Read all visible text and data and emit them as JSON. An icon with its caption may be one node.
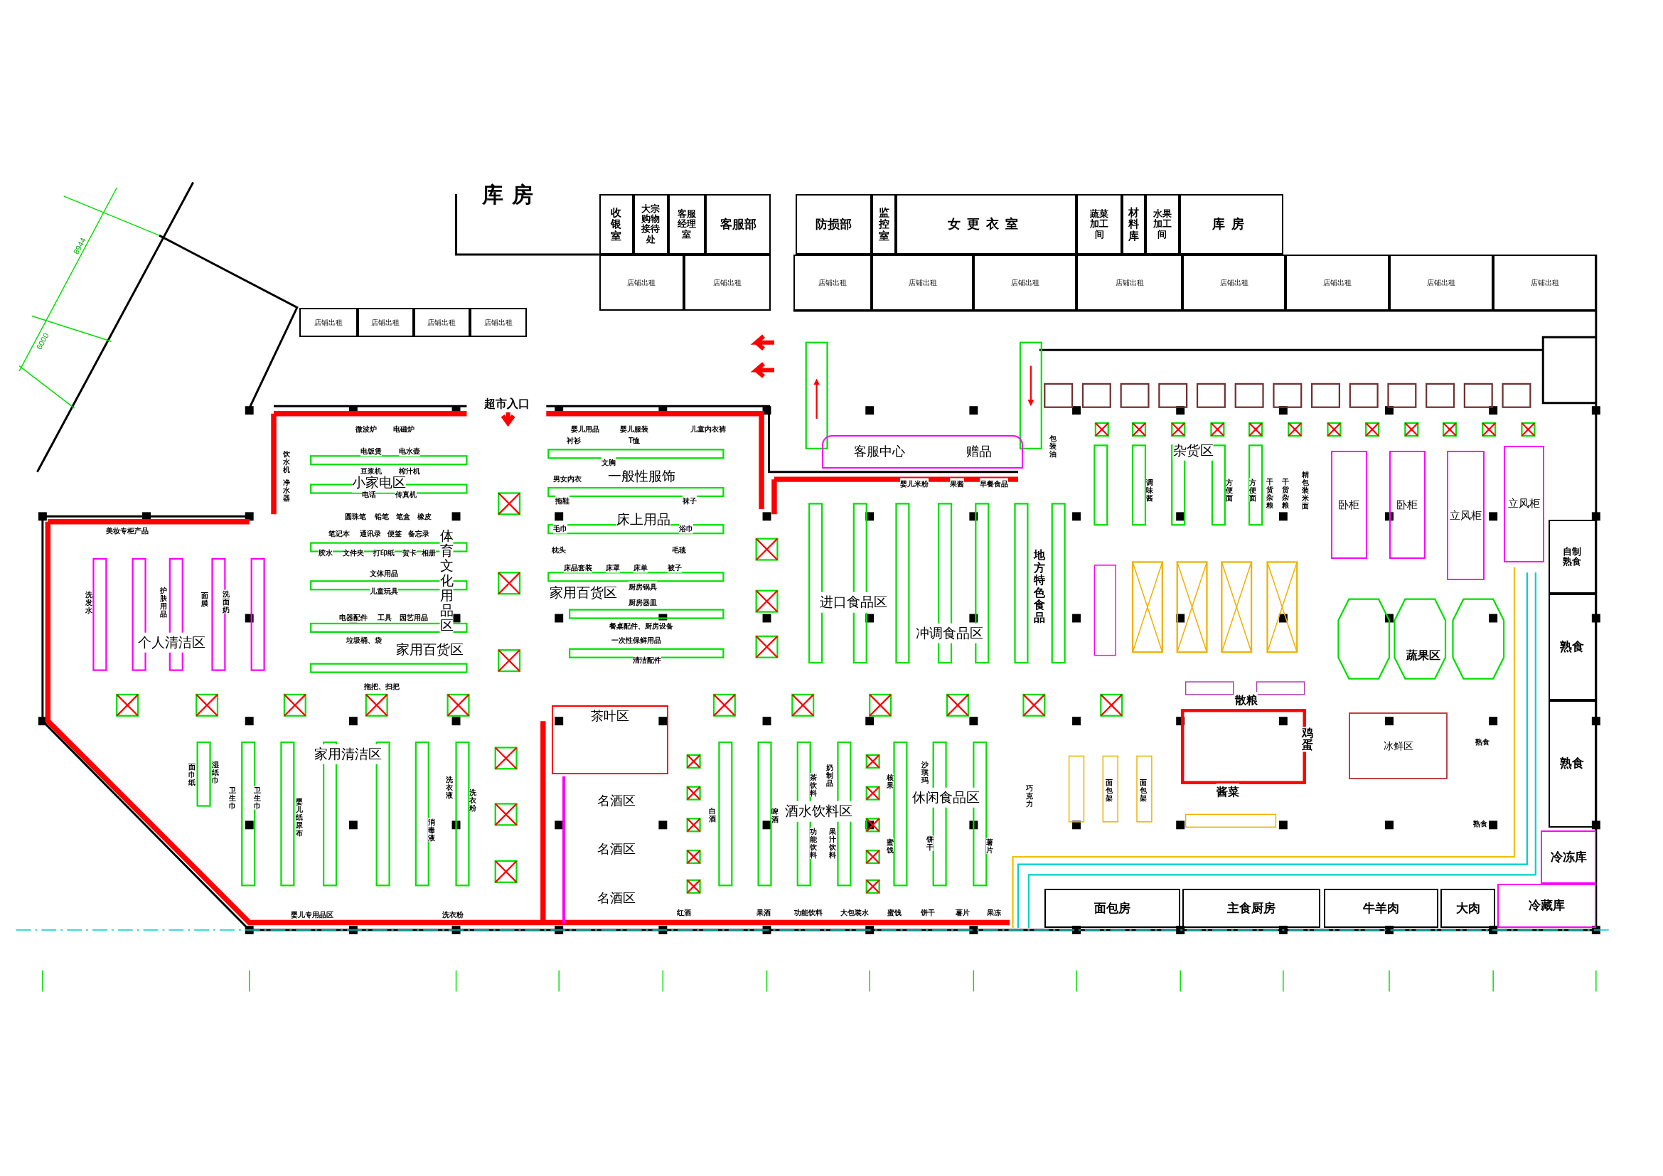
{
  "diagram": {
    "nodes": [
      {
        "text": [
          "收银室"
        ]
      },
      {
        "text": [
          "大宗购物接待处"
        ]
      },
      {
        "text": [
          "客服经理室"
        ]
      },
      {
        "text": [
          "客服部"
        ]
      },
      {
        "text": [
          "防损部"
        ]
      },
      {
        "text": [
          "监控室"
        ]
      },
      {
        "text": [
          "女更衣室"
        ]
      },
      {
        "text": [
          "蔬菜加工间"
        ]
      },
      {
        "text": [
          "材料库"
        ]
      },
      {
        "text": [
          "水果加工间"
        ]
      },
      {
        "text": [
          "库房"
        ]
      },
      {
        "text": [
          "店铺出租"
        ]
      },
      {
        "text": [
          "店铺出租"
        ]
      },
      {
        "text": [
          "店铺出租"
        ]
      },
      {
        "text": [
          "店铺出租"
        ]
      },
      {
        "text": [
          "店铺出租"
        ]
      },
      {
        "text": [
          "店铺出租"
        ]
      },
      {
        "text": [
          "店铺出租"
        ]
      },
      {
        "text": [
          "店铺出租"
        ]
      },
      {
        "text": [
          "店铺出租"
        ]
      },
      {
        "text": [
          "店铺出租"
        ]
      },
      {
        "text": [
          "店铺出租"
        ]
      },
      {
        "text": [
          "店铺出租"
        ]
      },
      {
        "text": [
          "店铺出租"
        ]
      },
      {
        "text": [
          "店铺出租"
        ]
      },
      {
        "text": [
          "客服中心",
          "赠品"
        ]
      },
      {
        "text": [
          "面包房"
        ]
      },
      {
        "text": [
          "主食厨房"
        ]
      },
      {
        "text": [
          "牛羊肉"
        ]
      },
      {
        "text": [
          "大肉"
        ]
      },
      {
        "text": [
          "冷藏库"
        ]
      },
      {
        "text": [
          "冷冻库"
        ]
      },
      {
        "text": [
          "自制熟食"
        ]
      },
      {
        "text": [
          "熟食"
        ]
      },
      {
        "text": [
          "熟食"
        ]
      },
      {
        "text": [
          "冰鲜区"
        ]
      },
      {
        "text": [
          "茶叶区"
        ]
      },
      {
        "text": [
          "名酒区",
          "名酒区",
          "名酒区"
        ]
      },
      {
        "text": [
          "卧柜"
        ]
      },
      {
        "text": [
          "卧柜"
        ]
      },
      {
        "text": [
          "立风柜"
        ]
      },
      {
        "text": [
          "立风柜"
        ]
      }
    ],
    "labels": [
      "8944",
      "6000",
      "库房",
      "超市入口",
      "微波炉",
      "电磁炉",
      "婴儿用品",
      "婴儿服装",
      "儿童内衣裤",
      "包装油",
      "衬衫",
      "T恤",
      "饮水机",
      "电饭煲",
      "电水壶",
      "文胸",
      "小家电区",
      "一般性服饰",
      "豆浆机",
      "榨汁机",
      "男女内衣",
      "婴儿米粉",
      "果酱",
      "早餐食品",
      "净水器",
      "电话",
      "传真机",
      "拖鞋",
      "袜子",
      "圆珠笔",
      "铅笔",
      "笔盒",
      "橡皮",
      "床上用品",
      "美妆专柜产品",
      "毛巾",
      "浴巾",
      "笔记本",
      "通讯录",
      "便签",
      "备忘录",
      "胶水",
      "文件夹",
      "打印纸",
      "贺卡",
      "相册",
      "体育文化用品区",
      "枕头",
      "毛毯",
      "床品套装",
      "床罩",
      "床单",
      "被子",
      "文体用品",
      "厨房锅具",
      "家用百货区",
      "儿童玩具",
      "进口食品区",
      "厨房器皿",
      "电器配件",
      "工具",
      "园艺用品",
      "餐桌配件、厨房设备",
      "冲调食品区",
      "垃圾桶、袋",
      "一次性保鲜用品",
      "家用百货区",
      "个人清洁区",
      "清洁配件",
      "拖把、扫把",
      "洗发水",
      "护肤用品",
      "面膜",
      "洗面奶",
      "面巾纸",
      "湿纸巾",
      "卫生巾",
      "卫生巾",
      "家用清洁区",
      "婴儿纸尿布",
      "洗衣液",
      "消毒液",
      "洗衣粉",
      "白酒",
      "啤酒",
      "茶饮料",
      "奶制品",
      "酒水饮料区",
      "功能饮料",
      "果汁饮料",
      "核果",
      "蜜饯",
      "沙琪玛",
      "休闲食品区",
      "饼干",
      "薯片",
      "巧克力",
      "婴儿专用品区",
      "洗衣粉",
      "红酒",
      "果酒",
      "功能饮料",
      "大包装水",
      "蜜饯",
      "饼干",
      "薯片",
      "果冻",
      "地方特色食品",
      "杂货区",
      "调味酱",
      "方便面",
      "方便面",
      "干货杂粮",
      "干货杂粮",
      "精包装米面",
      "蔬果区",
      "散粮",
      "鸡蛋",
      "酱菜",
      "面包架",
      "面包架",
      "熟食",
      "熟食"
    ]
  }
}
